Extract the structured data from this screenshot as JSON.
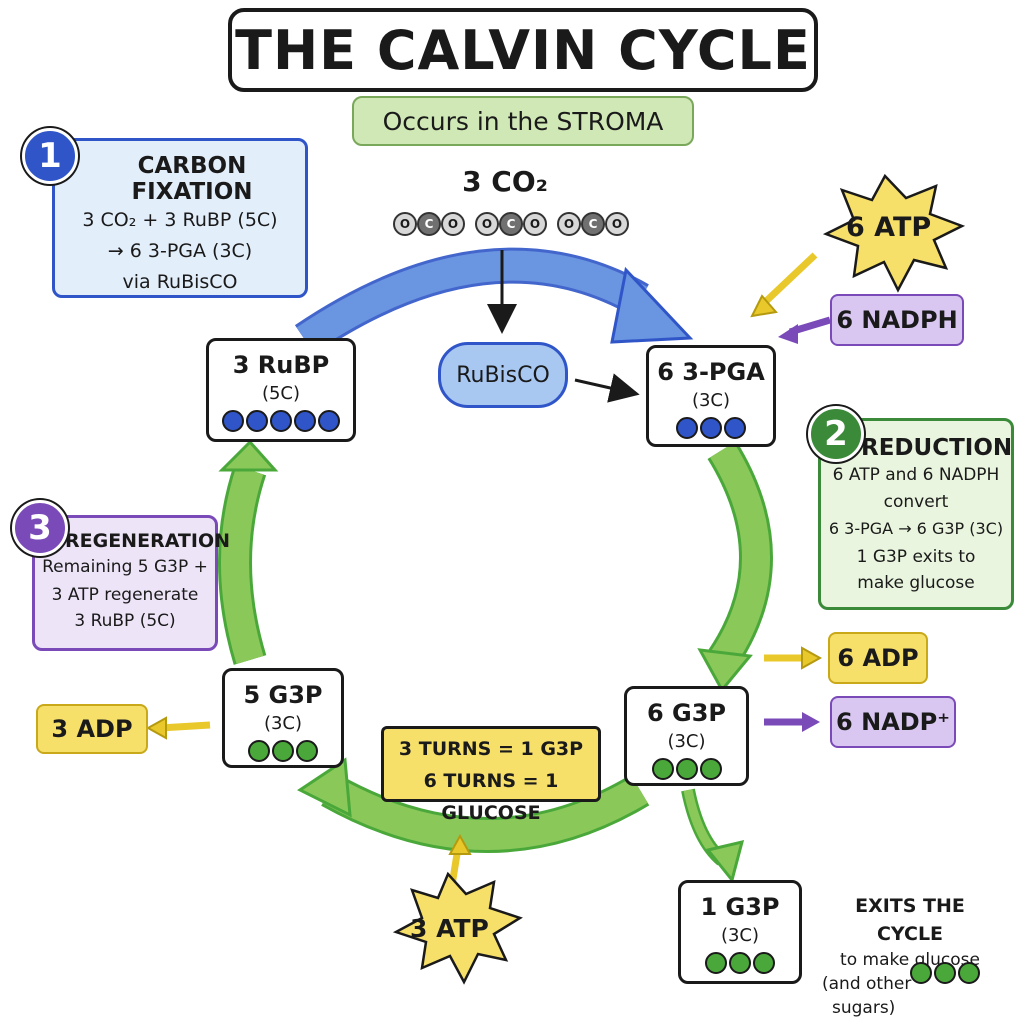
{
  "title": "THE CALVIN CYCLE",
  "subtitle": "Occurs in the STROMA",
  "co2_input": {
    "label": "3 CO₂",
    "molecule_atoms": [
      "O",
      "C",
      "O"
    ],
    "molecule_count": 3
  },
  "enzyme": {
    "label": "RuBisCO"
  },
  "nodes": {
    "rubp": {
      "name": "3 RuBP",
      "carbons": "(5C)",
      "dot_count": 5,
      "dot_color": "#2f55c8"
    },
    "pga": {
      "name": "6 3-PGA",
      "carbons": "(3C)",
      "dot_count": 3,
      "dot_color": "#2f55c8"
    },
    "g3p6": {
      "name": "6 G3P",
      "carbons": "(3C)",
      "dot_count": 3,
      "dot_color": "#4aa83a"
    },
    "g3p5": {
      "name": "5 G3P",
      "carbons": "(3C)",
      "dot_count": 3,
      "dot_color": "#4aa83a"
    },
    "g3p1": {
      "name": "1 G3P",
      "carbons": "(3C)",
      "dot_count": 3,
      "dot_color": "#4aa83a"
    }
  },
  "stages": {
    "fixation": {
      "number": "1",
      "heading": "CARBON FIXATION",
      "lines": [
        "3 CO₂ + 3 RuBP (5C)",
        "→ 6 3-PGA (3C)",
        "via RuBisCO"
      ],
      "color": "#2f55c8"
    },
    "reduction": {
      "number": "2",
      "heading": "REDUCTION",
      "lines": [
        "6 ATP and 6 NADPH",
        "convert",
        "6 3-PGA → 6 G3P (3C)",
        "1 G3P exits to",
        "make glucose"
      ],
      "color": "#3a8a3a"
    },
    "regeneration": {
      "number": "3",
      "heading": "REGENERATION",
      "lines": [
        "Remaining 5 G3P +",
        "3 ATP regenerate",
        "3 RuBP (5C)"
      ],
      "color": "#7a4ab8"
    }
  },
  "energy": {
    "atp6": "6 ATP",
    "nadph6": "6 NADPH",
    "adp6": "6 ADP",
    "nadp6": "6 NADP⁺",
    "adp3": "3 ADP",
    "atp3": "3 ATP"
  },
  "turns": {
    "line1": "3 TURNS = 1 G3P",
    "line2": "6 TURNS = 1 GLUCOSE"
  },
  "exit": {
    "heading": "EXITS THE CYCLE",
    "lines": [
      "to make glucose",
      "(and other",
      "sugars)"
    ],
    "dot_count": 3
  },
  "colors": {
    "blue": "#2f55c8",
    "blue_arrow": "#6a95e0",
    "green": "#4aa83a",
    "green_arrow": "#8bc85a",
    "yellow": "#f7e06a",
    "purple": "#7a4ab8",
    "purple_fill": "#d9c7f2"
  }
}
